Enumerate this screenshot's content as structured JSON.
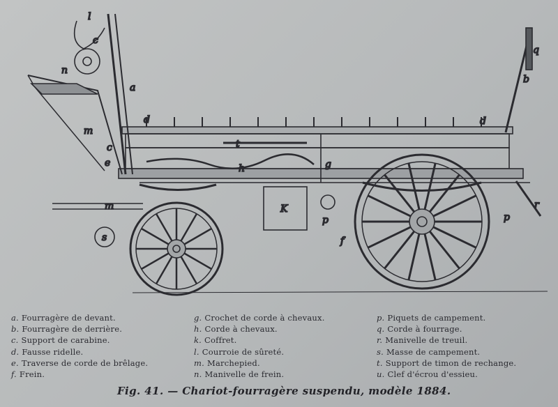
{
  "figure_labels": {
    "l": "l",
    "c_top": "c",
    "n": "n",
    "a": "a",
    "m_left": "m",
    "c_mid": "c",
    "e": "e",
    "d_left": "d",
    "d_right": "d",
    "t": "t",
    "h": "h",
    "g": "g",
    "K": "K",
    "s": "s",
    "m_pole": "m",
    "p_mid": "p",
    "f": "f",
    "p_right": "p",
    "r": "r",
    "q": "q",
    "b": "b"
  },
  "legend": {
    "col1": [
      {
        "key": "a.",
        "text": "Fourragère de devant."
      },
      {
        "key": "b.",
        "text": "Fourragère de derrière."
      },
      {
        "key": "c.",
        "text": "Support de carabine."
      },
      {
        "key": "d.",
        "text": "Fausse ridelle."
      },
      {
        "key": "e.",
        "text": "Traverse de corde de brêlage."
      },
      {
        "key": "f.",
        "text": "Frein."
      }
    ],
    "col2": [
      {
        "key": "g.",
        "text": "Crochet de corde à chevaux."
      },
      {
        "key": "h.",
        "text": "Corde à chevaux."
      },
      {
        "key": "k.",
        "text": "Coffret."
      },
      {
        "key": "l.",
        "text": "Courroie de sûreté."
      },
      {
        "key": "m.",
        "text": "Marchepied."
      },
      {
        "key": "n.",
        "text": "Manivelle de frein."
      }
    ],
    "col3": [
      {
        "key": "p.",
        "text": "Piquets de campement."
      },
      {
        "key": "q.",
        "text": "Corde à fourrage."
      },
      {
        "key": "r.",
        "text": "Manivelle de treuil."
      },
      {
        "key": "s.",
        "text": "Masse de campement."
      },
      {
        "key": "t.",
        "text": "Support de timon de rechange."
      },
      {
        "key": "u.",
        "text": "Clef d'écrou d'essieu."
      }
    ]
  },
  "caption": "Fig. 41. — Chariot-fourragère suspendu, modèle 1884."
}
